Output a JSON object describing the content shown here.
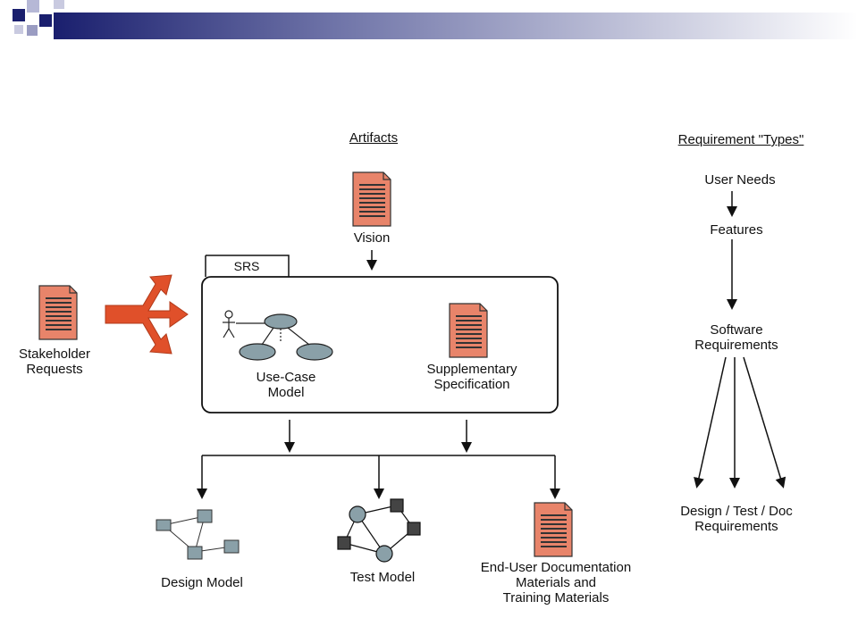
{
  "headers": {
    "artifacts": "Artifacts",
    "requirement_types": "Requirement \"Types\""
  },
  "srs_tab": "SRS",
  "artifacts": {
    "vision": "Vision",
    "stakeholder_line1": "Stakeholder",
    "stakeholder_line2": "Requests",
    "use_case_line1": "Use-Case",
    "use_case_line2": "Model",
    "supp_line1": "Supplementary",
    "supp_line2": "Specification",
    "design_model": "Design Model",
    "test_model": "Test Model",
    "enduser_line1": "End-User Documentation",
    "enduser_line2": "Materials and",
    "enduser_line3": "Training Materials"
  },
  "types": {
    "user_needs": "User Needs",
    "features": "Features",
    "software_line1": "Software",
    "software_line2": "Requirements",
    "dtd_line1": "Design / Test / Doc",
    "dtd_line2": "Requirements"
  },
  "colors": {
    "doc_fill": "#e8846a",
    "doc_lines": "#333333",
    "arrow_orange": "#e0502a",
    "ellipse": "#8aa0a8",
    "slide_navy": "#1a1f6e"
  }
}
